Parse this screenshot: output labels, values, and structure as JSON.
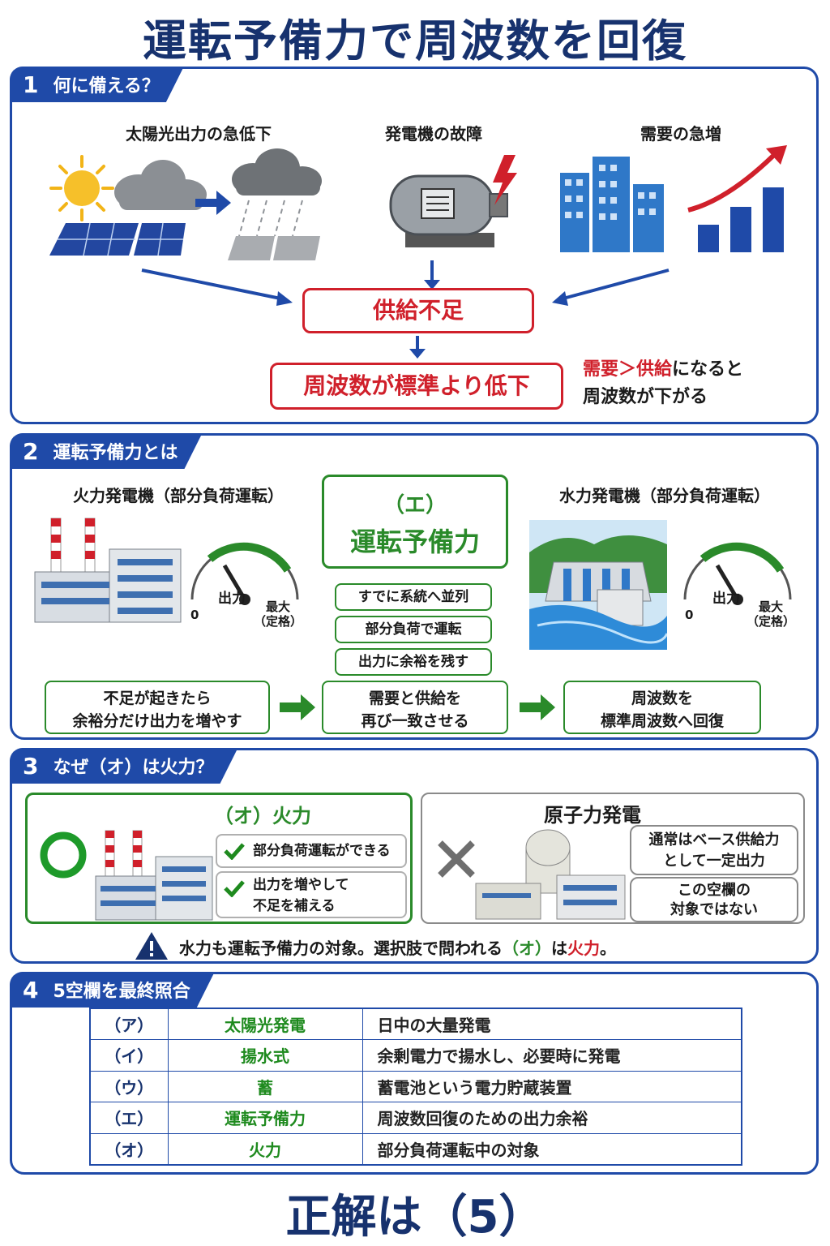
{
  "title": "運転予備力で周波数を回復",
  "section1": {
    "num": "1",
    "heading": "何に備える？",
    "cause1": "太陽光出力の急低下",
    "cause2": "発電機の故障",
    "cause3": "需要の急増",
    "shortage": "供給不足",
    "drop": "周波数が標準より低下",
    "note_red": "需要＞供給",
    "note_tail": "になると",
    "note_line2": "周波数が下がる"
  },
  "section2": {
    "num": "2",
    "heading": "運転予備力とは",
    "thermal_label": "火力発電機（部分負荷運転）",
    "hydro_label": "水力発電機（部分負荷運転）",
    "gauge_output": "出力",
    "gauge_zero": "0",
    "gauge_max1": "最大",
    "gauge_max2": "（定格）",
    "center_tag": "（エ）",
    "center_title": "運転予備力",
    "feature1": "すでに系統へ並列",
    "feature2": "部分負荷で運転",
    "feature3": "出力に余裕を残す",
    "flow1_l1": "不足が起きたら",
    "flow1_l2": "余裕分だけ出力を増やす",
    "flow2_l1": "需要と供給を",
    "flow2_l2": "再び一致させる",
    "flow3_l1": "周波数を",
    "flow3_l2": "標準周波数へ回復"
  },
  "section3": {
    "num": "3",
    "heading": "なぜ（オ）は火力？",
    "left_title": "（オ）火力",
    "check1": "部分負荷運転ができる",
    "check2_l1": "出力を増やして",
    "check2_l2": "不足を補える",
    "nuclear_title": "原子力発電",
    "nuc_note1_l1": "通常はベース供給力",
    "nuc_note1_l2": "として一定出力",
    "nuc_note2_l1": "この空欄の",
    "nuc_note2_l2": "対象ではない",
    "warn_a": "水力も運転予備力の対象。選択肢で問われる",
    "warn_b": "（オ）",
    "warn_c": "は",
    "warn_d": "火力",
    "warn_e": "。"
  },
  "section4": {
    "num": "4",
    "heading": "5空欄を最終照合",
    "rows": [
      {
        "key": "（ア）",
        "answer": "太陽光発電",
        "desc": "日中の大量発電"
      },
      {
        "key": "（イ）",
        "answer": "揚水式",
        "desc": "余剰電力で揚水し、必要時に発電"
      },
      {
        "key": "（ウ）",
        "answer": "蓄",
        "desc": "蓄電池という電力貯蔵装置"
      },
      {
        "key": "（エ）",
        "answer": "運転予備力",
        "desc": "周波数回復のための出力余裕"
      },
      {
        "key": "（オ）",
        "answer": "火力",
        "desc": "部分負荷運転中の対象"
      }
    ]
  },
  "answer": "正解は（5）",
  "colors": {
    "navy": "#1f4aa8",
    "red": "#d0202b",
    "green": "#2a8a2a"
  }
}
